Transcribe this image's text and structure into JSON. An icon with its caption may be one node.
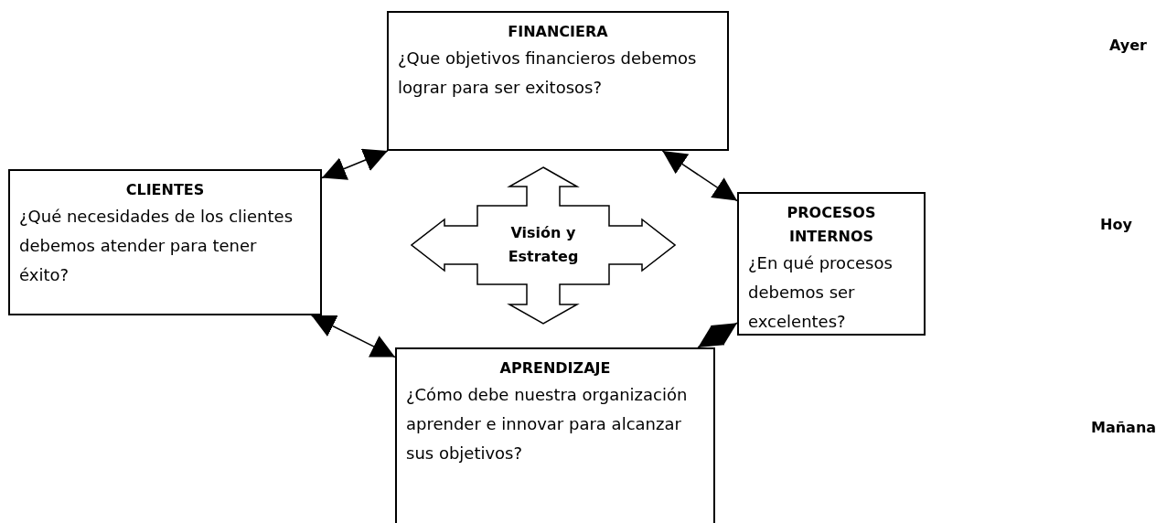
{
  "diagram": {
    "nodes": [
      {
        "text": [
          "FINANCIERA",
          "¿Que objetivos financieros debemos lograr para ser exitosos?"
        ]
      },
      {
        "text": [
          "CLIENTES",
          "¿Qué necesidades de los clientes debemos atender para tener éxito?"
        ]
      },
      {
        "text": [
          "Visión y Estrateg"
        ]
      },
      {
        "text": [
          "PROCESOS INTERNOS",
          "¿En qué procesos debemos ser excelentes?"
        ]
      },
      {
        "text": [
          "APRENDIZAJE",
          "¿Cómo debe nuestra organización aprender e innovar para alcanzar sus objetivos?"
        ]
      }
    ],
    "edges": [
      {
        "from": 1,
        "to": 0,
        "arrow": "both"
      },
      {
        "from": 0,
        "to": 3,
        "arrow": "both"
      },
      {
        "from": 1,
        "to": 4,
        "arrow": "both"
      },
      {
        "from": 4,
        "to": 3,
        "arrow": "both"
      }
    ],
    "labels": [
      "Ayer",
      "Hoy",
      "Mañana"
    ]
  }
}
